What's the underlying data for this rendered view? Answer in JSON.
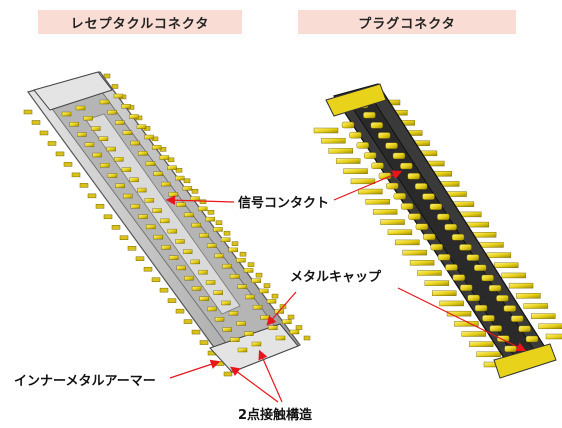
{
  "titles": {
    "left": "レセプタクルコネクタ",
    "right": "プラグコネクタ"
  },
  "callouts": {
    "signal_contact": "信号コンタクト",
    "metal_cap": "メタルキャップ",
    "inner_metal_armor": "インナーメタルアーマー",
    "two_point_contact": "2点接触構造"
  },
  "colors": {
    "title_bg": "#f9dcd3",
    "arrow": "#e8151b",
    "contact_gold": "#e8d21a",
    "housing_gray": "#c9c9c9",
    "plug_body": "#2e2e2e"
  }
}
